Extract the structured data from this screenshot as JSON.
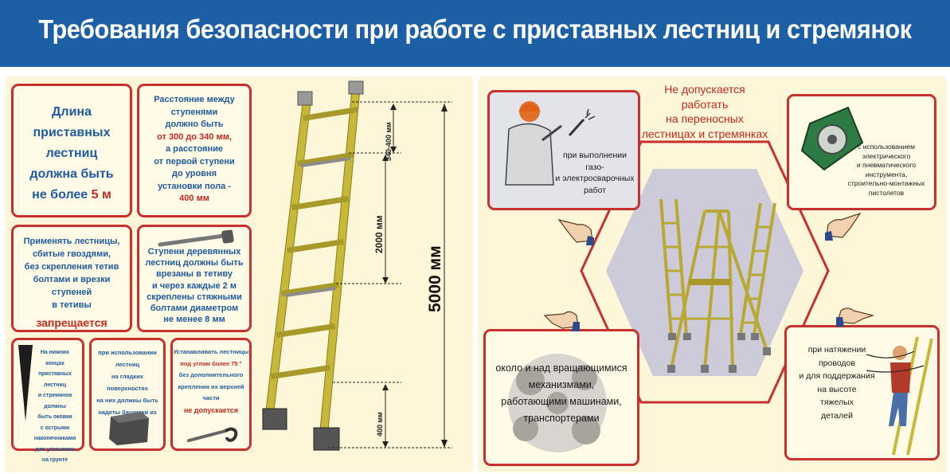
{
  "title": "Требования безопасности при работе с приставных лестниц и стремянок",
  "colors": {
    "header": "#1d5fa5",
    "accent_red": "#c8281f",
    "text_blue": "#1e5aa0",
    "panel_bg": "#fdf6d8",
    "ladder": "#c8b83a"
  },
  "left": {
    "length_box": {
      "line1": "Длина",
      "line2": "приставных лестниц",
      "line3": "должна быть",
      "line4_prefix": "не более ",
      "line4_value": "5 м"
    },
    "step_distance_box": {
      "line1": "Расстояние между",
      "line2": "ступенями",
      "line3": "должно быть",
      "line4": "от 300 до 340 мм,",
      "line5": "а расстояние",
      "line6": "от первой ступени",
      "line7": "до уровня",
      "line8": "установки пола -",
      "line9": "400 мм"
    },
    "nails_box": {
      "line1": "Применять лестницы,",
      "line2": "сбитые гвоздями,",
      "line3": "без скрепления тетив",
      "line4": "болтами и врезки ступеней",
      "line5": "в тетивы",
      "line6": "запрещается"
    },
    "wooden_box": {
      "line1": "Ступени деревянных",
      "line2": "лестниц должны быть",
      "line3": "врезаны в тетиву",
      "line4": "и через каждые 2 м",
      "line5": "скреплены стяжными",
      "line6": "болтами диаметром",
      "line7": "не менее 8 мм"
    },
    "tips_box": {
      "line1": "На нижних концах",
      "line2": "приставных лестниц",
      "line3": "и стремянок должны",
      "line4": "быть оковки",
      "line5": "с острыми наконечниками",
      "line6": "для установки на грунте"
    },
    "rubber_box": {
      "line1": "при использовании лестниц",
      "line2": "на гладких поверхностях",
      "line3": "на них должны быть",
      "line4": "надеты башмаки из резины"
    },
    "angle_box": {
      "line1": "Устанавливать лестницы",
      "line2": "под углом более 75 °",
      "line3": "без дополнительного",
      "line4": "крепления их верхней части",
      "line5": "не допускается"
    },
    "dimensions": {
      "step": "340-400 мм",
      "middle": "2000 мм",
      "bottom": "400 мм",
      "total": "5000 мм"
    }
  },
  "right": {
    "heading": {
      "line1": "Не допускается",
      "line2": "работать",
      "line3": "на переносных",
      "line4": "лестницах и стремянках"
    },
    "welding": {
      "line1": "при выполнении",
      "line2": "газо-",
      "line3": "и электросварочных",
      "line4": "работ"
    },
    "tools": {
      "line1": "с использованием",
      "line2": "электрического",
      "line3": "и пневматического",
      "line4": "инструмента,",
      "line5": "строительно-монтажных",
      "line6": "пистолетов"
    },
    "machines": {
      "line1": "около и над вращающимися",
      "line2": "механизмами,",
      "line3": "работающими машинами,",
      "line4": "транспортерами"
    },
    "wires": {
      "line1": "при натяжении",
      "line2": "проводов",
      "line3": "и для поддержания",
      "line4": "на высоте",
      "line5": "тяжелых",
      "line6": "деталей"
    }
  }
}
